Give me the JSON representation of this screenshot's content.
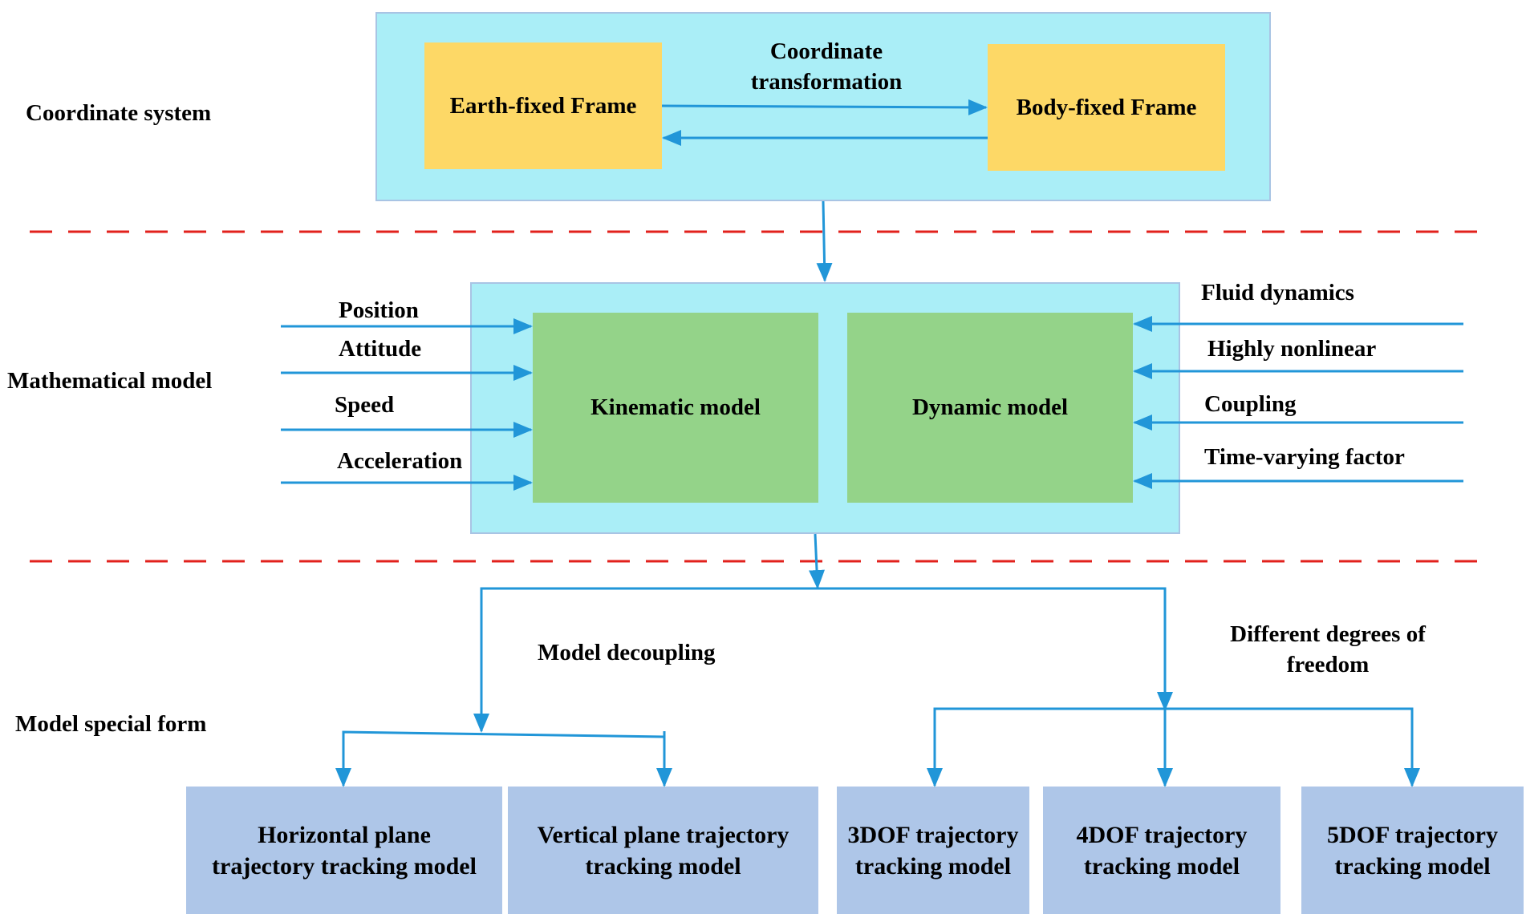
{
  "colors": {
    "panel": "#aaeef7",
    "frame_box": "#fdd866",
    "model_box": "#94d389",
    "output_box": "#aec6e8",
    "arrow": "#2196d8",
    "divider": "#e2211c"
  },
  "sections": {
    "coordinate_system": "Coordinate system",
    "mathematical_model": "Mathematical model",
    "model_special_form": "Model special form"
  },
  "coordinate": {
    "earth_frame": "Earth-fixed Frame",
    "body_frame": "Body-fixed Frame",
    "transformation_line1": "Coordinate",
    "transformation_line2": "transformation"
  },
  "model": {
    "kinematic": "Kinematic model",
    "dynamic": "Dynamic model",
    "inputs_left": [
      "Position",
      "Attitude",
      "Speed",
      "Acceleration"
    ],
    "inputs_right": [
      "Fluid dynamics",
      "Highly nonlinear",
      "Coupling",
      "Time-varying factor"
    ]
  },
  "special_form": {
    "decoupling": "Model decoupling",
    "dof_line1": "Different degrees of",
    "dof_line2": "freedom",
    "outputs": [
      [
        "Horizontal plane",
        "trajectory tracking model"
      ],
      [
        "Vertical plane trajectory",
        "tracking model"
      ],
      [
        "3DOF trajectory",
        "tracking model"
      ],
      [
        "4DOF trajectory",
        "tracking model"
      ],
      [
        "5DOF trajectory",
        "tracking model"
      ]
    ]
  }
}
